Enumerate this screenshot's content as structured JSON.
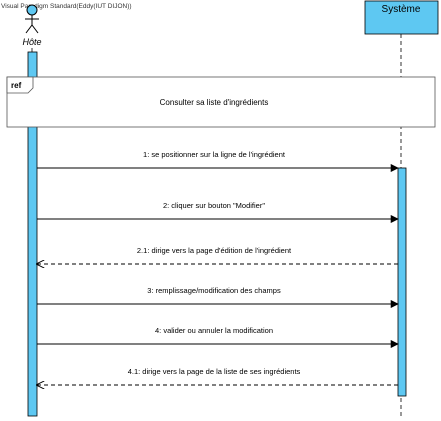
{
  "watermark": "Visual Paradigm Standard(Eddy(IUT DIJON))",
  "actor": {
    "name": "Hôte"
  },
  "system": {
    "name": "Système"
  },
  "ref_frame": {
    "tag": "ref",
    "text": "Consulter sa liste d'ingrédients"
  },
  "messages": [
    {
      "label": "1: se positionner sur la ligne de l'ingrédient",
      "direction": "to-system",
      "style": "sync"
    },
    {
      "label": "2: cliquer sur bouton \"Modifier\"",
      "direction": "to-system",
      "style": "sync"
    },
    {
      "label": "2.1: dirige vers la page d'édition de l'ingrédient",
      "direction": "to-actor",
      "style": "return"
    },
    {
      "label": "3: remplissage/modification des champs",
      "direction": "to-system",
      "style": "sync"
    },
    {
      "label": "4: valider ou annuler la modification",
      "direction": "to-system",
      "style": "sync"
    },
    {
      "label": "4.1: dirige vers la page de la liste de ses ingrédients",
      "direction": "to-actor",
      "style": "return"
    }
  ],
  "colors": {
    "system_fill": "#5ec8f2",
    "activation_fill": "#5ec8f2",
    "line": "#000000",
    "frame": "#555555"
  }
}
